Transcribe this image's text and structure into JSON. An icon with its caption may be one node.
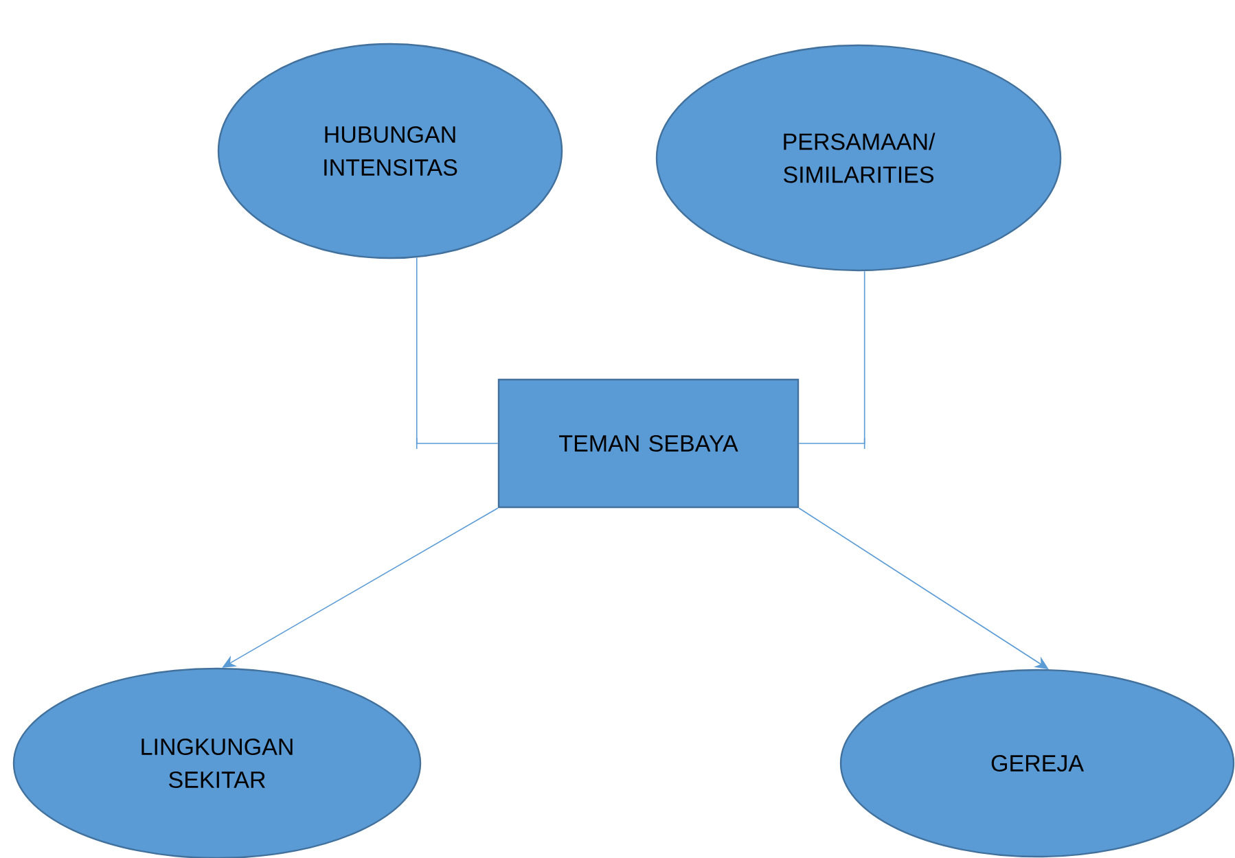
{
  "diagram": {
    "nodes": [
      {
        "text": [
          "HUBUNGAN INTENSITAS"
        ]
      },
      {
        "text": [
          "PERSAMAAN/ SIMILARITIES"
        ]
      },
      {
        "text": [
          "TEMAN SEBAYA"
        ]
      },
      {
        "text": [
          "LINGKUNGAN SEKITAR"
        ]
      },
      {
        "text": [
          "GEREJA"
        ]
      }
    ],
    "edges": [
      {
        "from": 0,
        "to": 2,
        "arrow": "none"
      },
      {
        "from": 1,
        "to": 2,
        "arrow": "none"
      },
      {
        "from": 2,
        "to": 3,
        "arrow": "to"
      },
      {
        "from": 2,
        "to": 4,
        "arrow": "to"
      }
    ]
  }
}
